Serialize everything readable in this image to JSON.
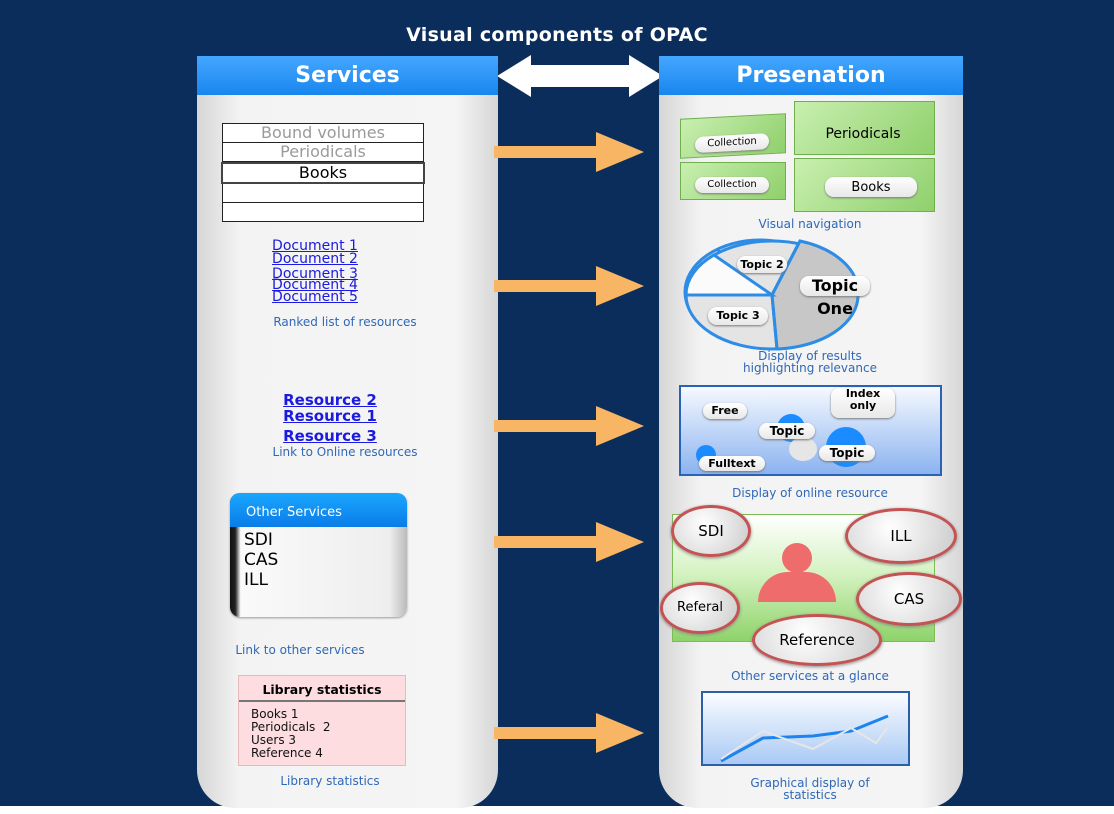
{
  "title": "Visual components of OPAC",
  "services": {
    "heading": "Services",
    "bound_list": [
      "Bound volumes",
      "Periodicals",
      "Books",
      "",
      ""
    ],
    "documents": [
      "Document 1",
      "Document 2",
      "Document 3",
      "Document 4",
      "Document 5"
    ],
    "documents_caption": "Ranked list of resources",
    "resources": [
      "Resource 2",
      "Resource 1",
      "Resource 3"
    ],
    "resources_caption": "Link to Online resources",
    "other_services": {
      "heading": "Other Services",
      "items": [
        "SDI",
        "CAS",
        "ILL"
      ]
    },
    "other_caption": "Link to other services",
    "stats": {
      "heading": "Library statistics",
      "items": [
        "Books 1",
        "Periodicals  2",
        "Users 3",
        "Reference 4"
      ]
    },
    "stats_caption": "Library statistics"
  },
  "presentation": {
    "heading": "Presenation",
    "tiles": [
      "Collection",
      "Periodicals",
      "Collection",
      "Books"
    ],
    "tiles_caption": "Visual navigation",
    "pie": {
      "labels": [
        "Topic 2",
        "Topic",
        "One",
        "Topic 3"
      ],
      "caption_line1": "Display of results",
      "caption_line2": "highlighting relevance"
    },
    "online": {
      "labels": [
        "Index",
        "only",
        "Free",
        "Topic",
        "Topic",
        "Fulltext"
      ],
      "caption": "Display of online resource"
    },
    "glance": {
      "labels": [
        "SDI",
        "ILL",
        "Referal",
        "CAS",
        "Reference"
      ],
      "caption": "Other services at a glance"
    },
    "graph_caption_line1": "Graphical display of",
    "graph_caption_line2": "statistics"
  },
  "colors": {
    "background": "#0b2d5c",
    "header": "#1886ee",
    "arrow": "#f8b563",
    "link": "#1a1ae0",
    "caption": "#2f68b8"
  }
}
